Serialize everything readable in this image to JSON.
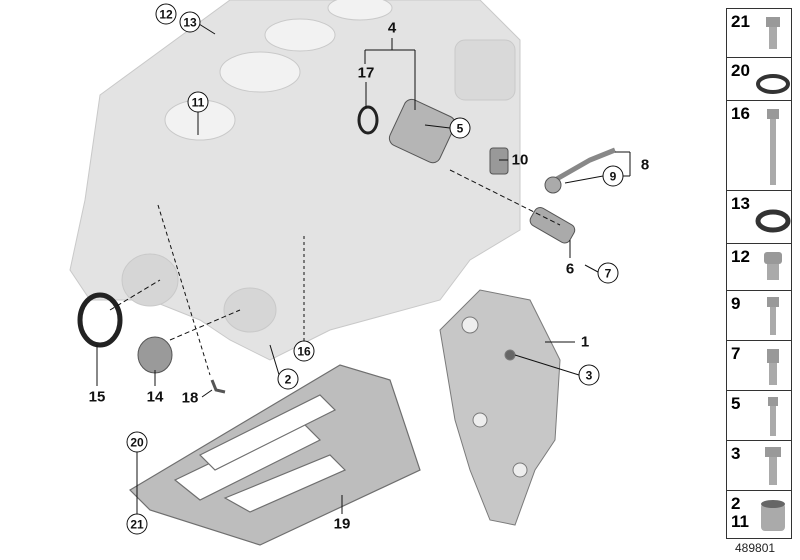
{
  "callouts": {
    "c12": "12",
    "c13": "13",
    "c11": "11",
    "c4": "4",
    "c17": "17",
    "c5": "5",
    "c10": "10",
    "c8": "8",
    "c9": "9",
    "c6": "6",
    "c7": "7",
    "c1": "1",
    "c3": "3",
    "c16": "16",
    "c2": "2",
    "c15": "15",
    "c14": "14",
    "c18": "18",
    "c20": "20",
    "c21": "21",
    "c19": "19"
  },
  "side_panel": [
    "21",
    "20",
    "16",
    "13",
    "12",
    "9",
    "7",
    "5",
    "3",
    "2\n11"
  ],
  "image_id": "489801"
}
